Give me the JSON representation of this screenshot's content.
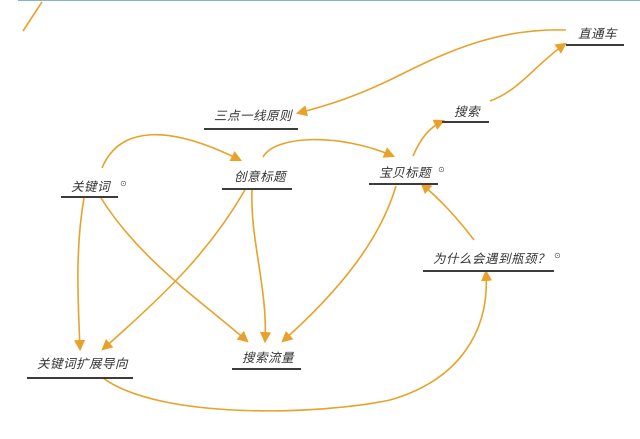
{
  "diagram": {
    "type": "mind-map",
    "edge_color": "#e8a22a",
    "border_color": "#7fb8c4",
    "nodes": {
      "zhitongche": {
        "label": "直通车"
      },
      "sousuo": {
        "label": "搜索"
      },
      "sandian": {
        "label": "三点一线原则"
      },
      "guanjianci": {
        "label": "关键词",
        "marker": "⊙"
      },
      "chuangyi": {
        "label": "创意标题"
      },
      "baobei": {
        "label": "宝贝标题",
        "marker": "⊙"
      },
      "pingjing": {
        "label": "为什么会遇到瓶颈？",
        "marker": "⊙"
      },
      "kuozhan": {
        "label": "关键词扩展导向"
      },
      "liuliang": {
        "label": "搜索流量"
      }
    },
    "edges": [
      {
        "from": "直通车",
        "to": "三点一线原则"
      },
      {
        "from": "搜索",
        "to": "直通车"
      },
      {
        "from": "宝贝标题",
        "to": "搜索"
      },
      {
        "from": "关键词",
        "to": "创意标题"
      },
      {
        "from": "创意标题",
        "to": "宝贝标题"
      },
      {
        "from": "为什么会遇到瓶颈？",
        "to": "宝贝标题"
      },
      {
        "from": "关键词",
        "to": "关键词扩展导向"
      },
      {
        "from": "关键词",
        "to": "搜索流量"
      },
      {
        "from": "创意标题",
        "to": "关键词扩展导向"
      },
      {
        "from": "创意标题",
        "to": "搜索流量"
      },
      {
        "from": "宝贝标题",
        "to": "搜索流量"
      },
      {
        "from": "关键词扩展导向",
        "to": "为什么会遇到瓶颈？"
      }
    ]
  }
}
